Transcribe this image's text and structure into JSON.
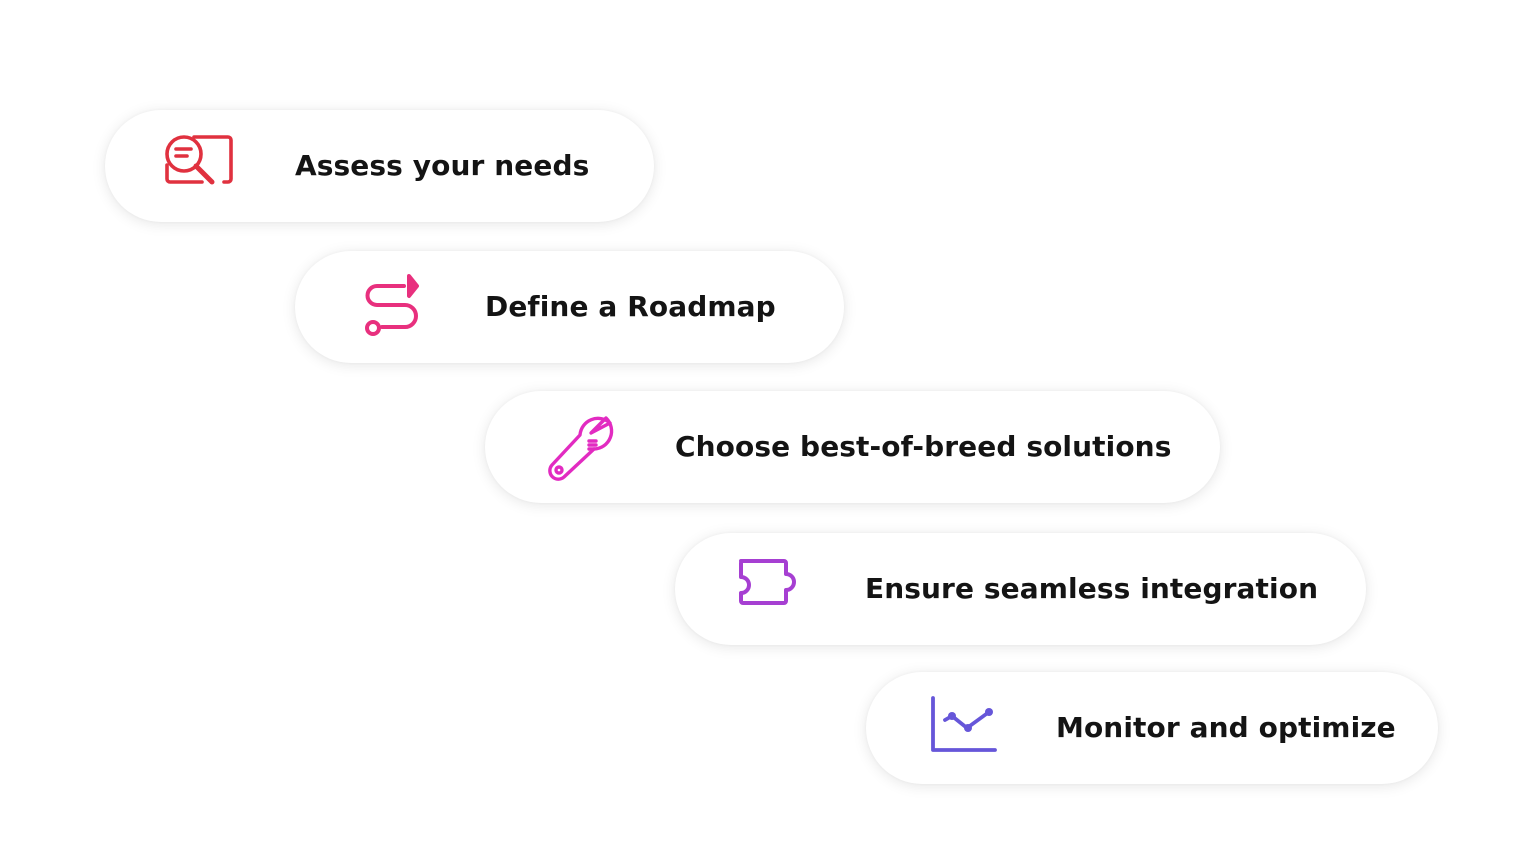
{
  "steps": [
    {
      "label": "Assess your needs",
      "icon": "search-chat-icon",
      "color": "#e0313f"
    },
    {
      "label": "Define a Roadmap",
      "icon": "route-icon",
      "color": "#e8307e"
    },
    {
      "label": "Choose best-of-breed solutions",
      "icon": "wrench-icon",
      "color": "#e22bc1"
    },
    {
      "label": "Ensure seamless integration",
      "icon": "puzzle-piece-icon",
      "color": "#a63fd2"
    },
    {
      "label": "Monitor and optimize",
      "icon": "line-chart-icon",
      "color": "#6656d9"
    }
  ]
}
